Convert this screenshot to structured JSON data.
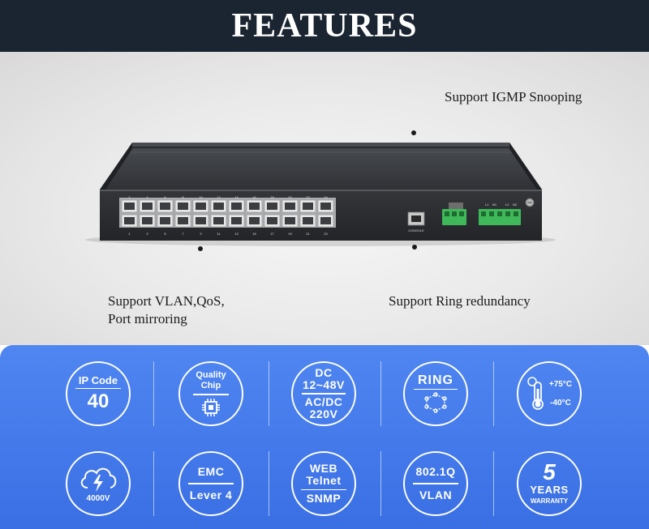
{
  "header": {
    "title": "FEATURES"
  },
  "callouts": {
    "igmp": "Support IGMP Snooping",
    "vlan_line1": "Support VLAN,QoS,",
    "vlan_line2": "Port mirroring",
    "ring": "Support Ring redundancy"
  },
  "switch": {
    "port_top_labels": [
      "2",
      "4",
      "6",
      "8",
      "10",
      "12",
      "14",
      "16",
      "18",
      "20",
      "22",
      "24"
    ],
    "port_bottom_labels": [
      "1",
      "3",
      "5",
      "7",
      "9",
      "11",
      "13",
      "15",
      "17",
      "19",
      "21",
      "23"
    ],
    "console_label": "CONSOLE",
    "relay_labels": [
      "L1",
      "N1",
      "L2",
      "N2"
    ]
  },
  "features": {
    "ip": {
      "title": "IP Code",
      "value": "40"
    },
    "quality": {
      "line1": "Quality",
      "line2": "Chip"
    },
    "power": {
      "line1": "DC",
      "line2": "12~48V",
      "line3": "AC/DC",
      "line4": "220V"
    },
    "ring": {
      "title": "RING"
    },
    "temp": {
      "high": "+75°C",
      "low": "-40°C"
    },
    "surge": {
      "value": "4000V"
    },
    "emc": {
      "title": "EMC",
      "value": "Lever 4"
    },
    "web": {
      "line1": "WEB",
      "line2": "Telnet",
      "line3": "SNMP"
    },
    "dot1q": {
      "title": "802.1Q",
      "value": "VLAN"
    },
    "warranty": {
      "num": "5",
      "line1": "YEARS",
      "line2": "WARRANTY"
    }
  },
  "colors": {
    "header_bg": "#1b2431",
    "panel_blue": "#4480ee",
    "switch_body": "#2b2d30",
    "terminal_green": "#3fb85a"
  }
}
